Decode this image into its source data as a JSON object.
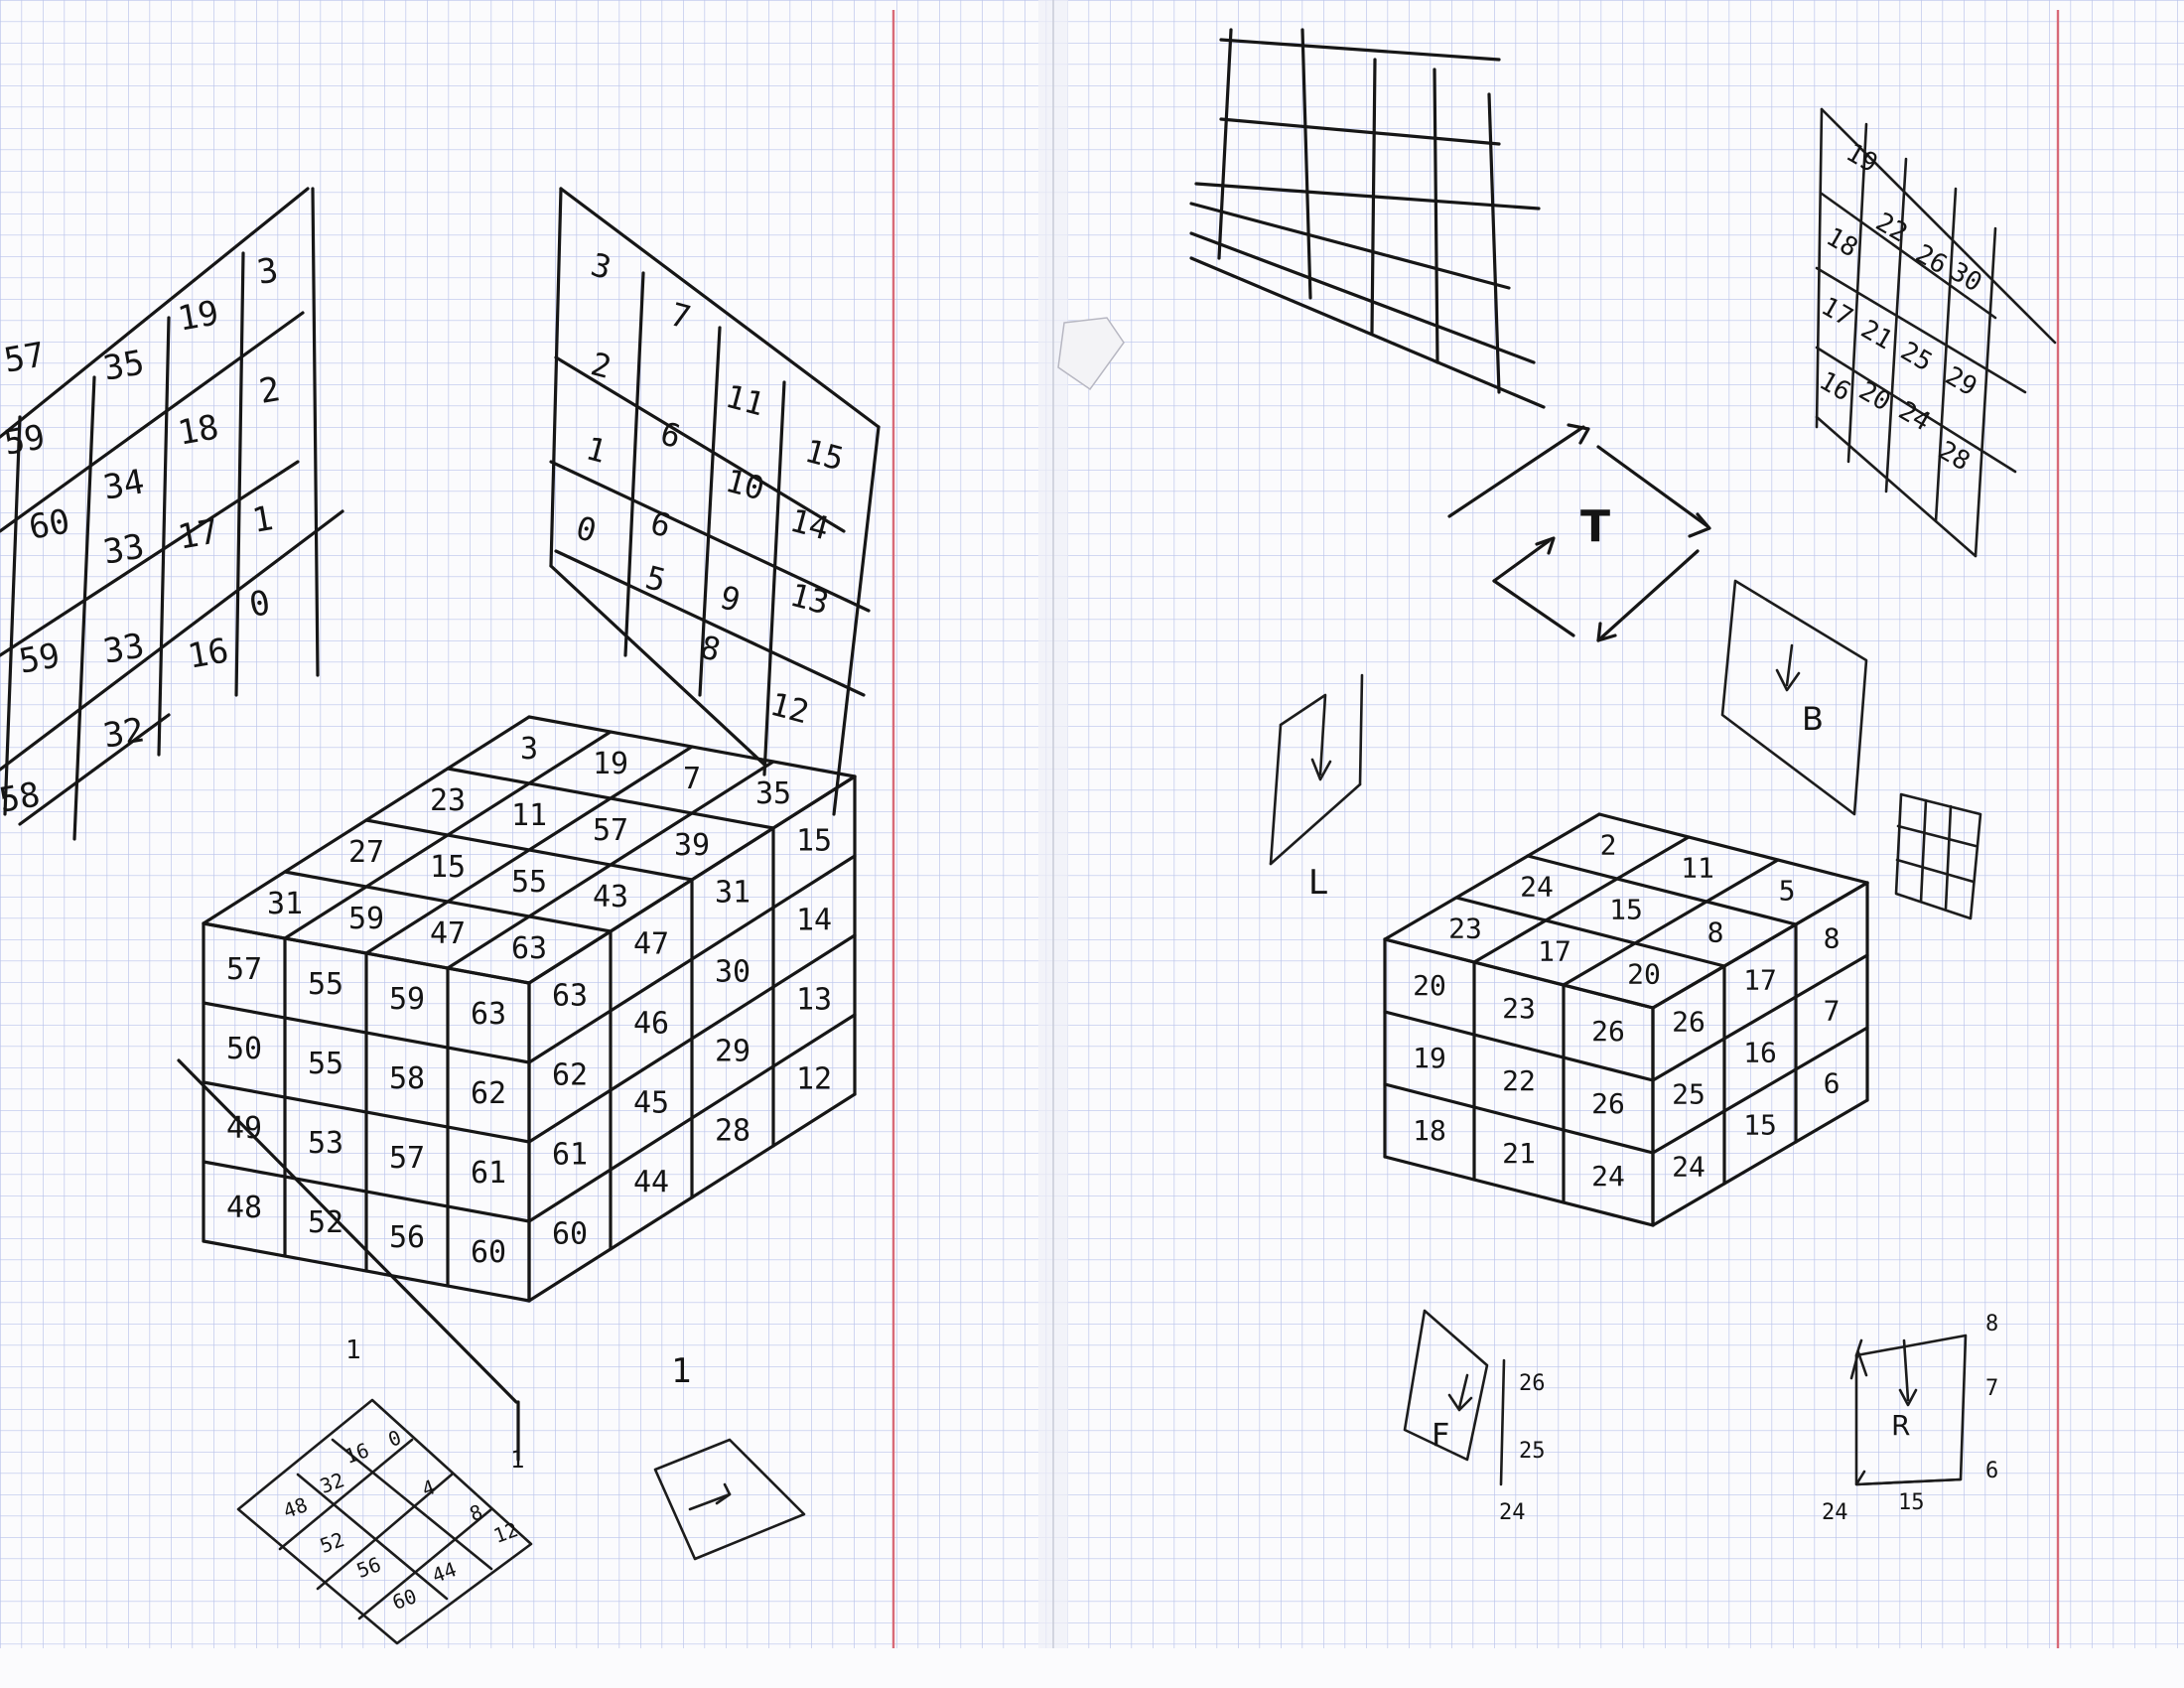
{
  "paper": {
    "grid_color": "#b9c3ea",
    "margin_color": "#d86a78",
    "paper_color": "#fbfbfd",
    "ink_color": "#161616"
  },
  "left_page": {
    "panel_a": {
      "cells": [
        "57",
        "35",
        "19",
        "3",
        "59",
        "34",
        "18",
        "2",
        "60",
        "33",
        "17",
        "1",
        "59",
        "33",
        "16",
        "0",
        "58",
        "32"
      ]
    },
    "panel_b": {
      "cells": [
        "3",
        "7",
        "11",
        "2",
        "6",
        "10",
        "15",
        "1",
        "6",
        "14",
        "0",
        "5",
        "9",
        "13",
        "8",
        "12"
      ]
    },
    "big_cube": {
      "top": [
        "3",
        "19",
        "7",
        "35",
        "23",
        "11",
        "57",
        "39",
        "27",
        "15",
        "55",
        "43",
        "31",
        "59",
        "47",
        "63"
      ],
      "front": [
        "57",
        "55",
        "59",
        "63",
        "50",
        "55",
        "58",
        "62",
        "49",
        "53",
        "57",
        "61",
        "48",
        "52",
        "56",
        "60"
      ],
      "right": [
        "63",
        "47",
        "31",
        "15",
        "62",
        "46",
        "30",
        "14",
        "61",
        "45",
        "29",
        "13",
        "60",
        "44",
        "28",
        "12"
      ],
      "marks": [
        "1",
        "1",
        "1"
      ]
    },
    "bottom_face": {
      "cells": [
        "48",
        "32",
        "16",
        "0",
        "52",
        "56",
        "60",
        "44",
        "4",
        "8",
        "12"
      ]
    }
  },
  "right_page": {
    "panel_c": {
      "cells": [
        "19",
        "18",
        "22",
        "26",
        "30",
        "17",
        "21",
        "25",
        "29",
        "16",
        "20",
        "24",
        "28"
      ]
    },
    "arrows": {
      "top_label": "T",
      "left_label": "L",
      "back_label": "B",
      "front_label": "F",
      "right_label": "R"
    },
    "small_cube": {
      "top": [
        "2",
        "11",
        "5",
        "24",
        "15",
        "8",
        "23",
        "17",
        "20"
      ],
      "front": [
        "20",
        "23",
        "26",
        "19",
        "22",
        "26",
        "18",
        "21",
        "24"
      ],
      "right": [
        "26",
        "17",
        "8",
        "25",
        "16",
        "7",
        "24",
        "15",
        "6"
      ]
    },
    "front_labels": [
      "26",
      "25",
      "24"
    ],
    "right_labels": [
      "8",
      "7",
      "6",
      "24",
      "15"
    ]
  }
}
